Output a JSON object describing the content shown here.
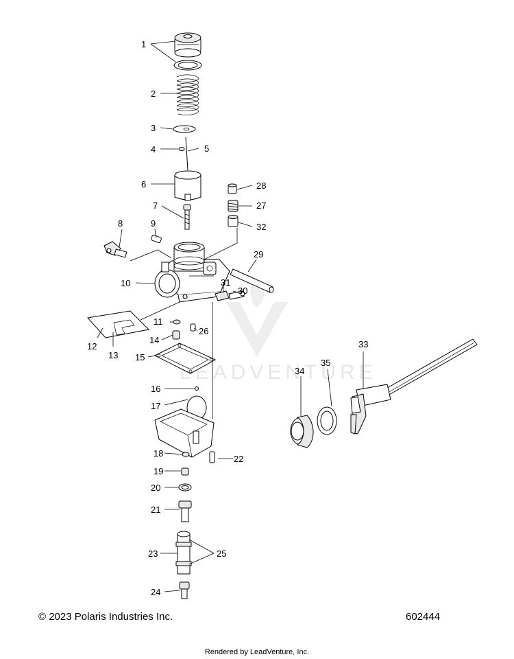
{
  "footer": {
    "copyright": "© 2023 Polaris Industries Inc.",
    "figure_number": "602444",
    "rendered_by": "Rendered by LeadVenture, Inc."
  },
  "watermark": {
    "text": "LEADVENTURE"
  },
  "callouts": {
    "c1": "1",
    "c2": "2",
    "c3": "3",
    "c4": "4",
    "c5": "5",
    "c6": "6",
    "c7": "7",
    "c8": "8",
    "c9": "9",
    "c10": "10",
    "c11": "11",
    "c12": "12",
    "c13": "13",
    "c14": "14",
    "c15": "15",
    "c16": "16",
    "c17": "17",
    "c18": "18",
    "c19": "19",
    "c20": "20",
    "c21": "21",
    "c22": "22",
    "c23": "23",
    "c24": "24",
    "c25": "25",
    "c26": "26",
    "c27": "27",
    "c28": "28",
    "c29": "29",
    "c30": "30",
    "c31": "31",
    "c32": "32",
    "c33": "33",
    "c34": "34",
    "c35": "35"
  }
}
